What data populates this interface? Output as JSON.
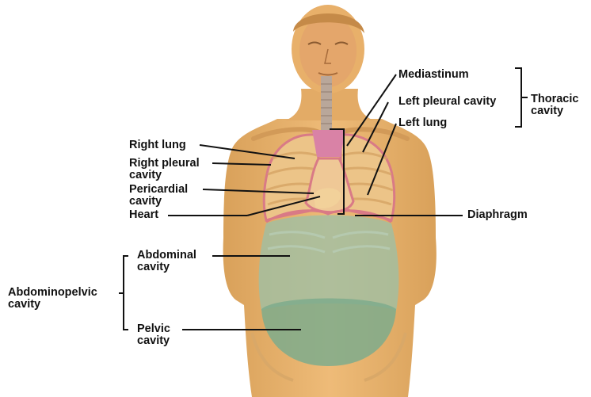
{
  "labels": {
    "right_lung": [
      "Right lung"
    ],
    "right_pleural_cavity": [
      "Right pleural",
      "cavity"
    ],
    "pericardial_cavity": [
      "Pericardial",
      "cavity"
    ],
    "heart": [
      "Heart"
    ],
    "mediastinum": [
      "Mediastinum"
    ],
    "left_pleural_cavity": [
      "Left pleural cavity"
    ],
    "left_lung": [
      "Left lung"
    ],
    "thoracic_cavity": [
      "Thoracic",
      "cavity"
    ],
    "diaphragm": [
      "Diaphragm"
    ],
    "abdominal_cavity": [
      "Abdominal",
      "cavity"
    ],
    "pelvic_cavity": [
      "Pelvic",
      "cavity"
    ],
    "abdominopelvic_cavity": [
      "Abdominopelvic",
      "cavity"
    ]
  },
  "colors": {
    "skin": "#e8b06a",
    "skin_shadow": "#c98f4a",
    "lung": "#ecc488",
    "pleura_outline": "#d97a86",
    "heart_pink": "#d982a6",
    "abdominal_green": "#9fbfa4",
    "pelvic_green": "#7eac8c",
    "leader_line": "#111111"
  }
}
